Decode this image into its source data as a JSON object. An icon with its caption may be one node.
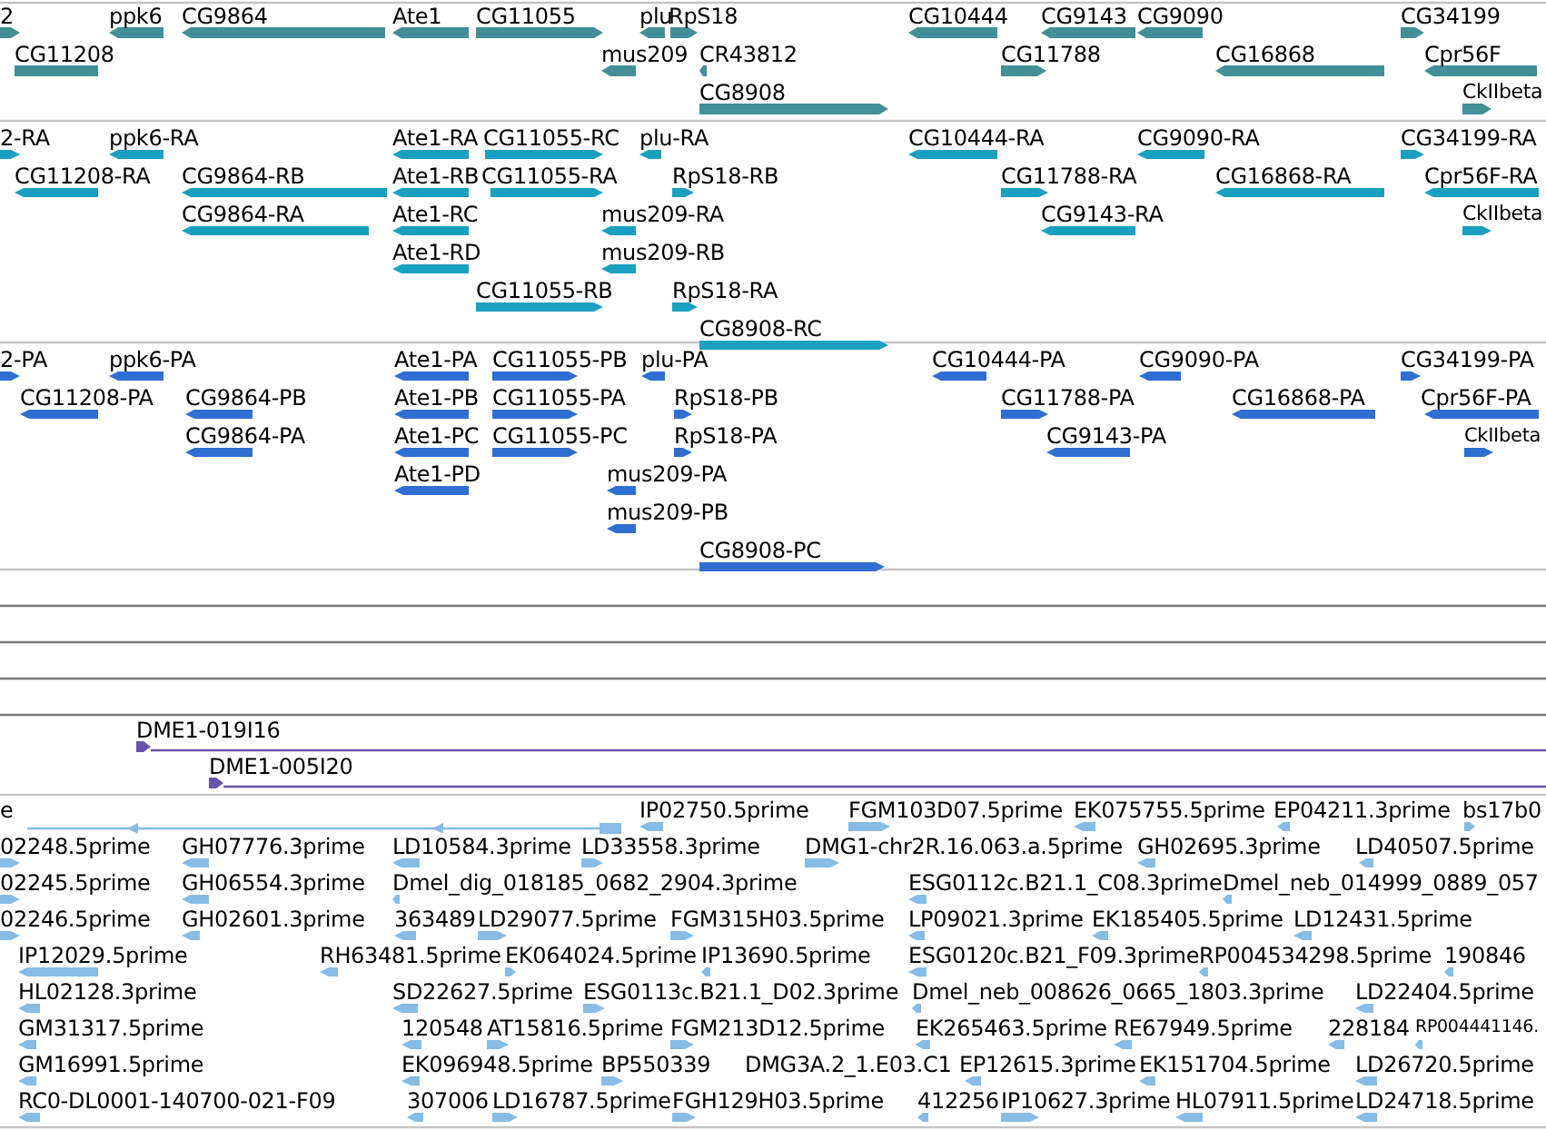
{
  "diagram": {
    "labels": [
      "2",
      "ppk6",
      "CG9864",
      "Ate1",
      "CG11055",
      "plu",
      "RpS18",
      "CG10444",
      "CG9143",
      "CG9090",
      "CG34199",
      "CG11208",
      "mus209",
      "CR43812",
      "CG11788",
      "CG16868",
      "Cpr56F",
      "CG8908",
      "CkIIbeta",
      "2-RA",
      "ppk6-RA",
      "Ate1-RA",
      "CG11055-RC",
      "plu-RA",
      "CG10444-RA",
      "CG9090-RA",
      "CG34199-RA",
      "CG11208-RA",
      "CG9864-RB",
      "Ate1-RB",
      "CG11055-RA",
      "RpS18-RB",
      "CG11788-RA",
      "CG16868-RA",
      "Cpr56F-RA",
      "CG9864-RA",
      "Ate1-RC",
      "mus209-RA",
      "CG9143-RA",
      "CkIIbeta",
      "Ate1-RD",
      "mus209-RB",
      "CG11055-RB",
      "RpS18-RA",
      "CG8908-RC",
      "2-PA",
      "ppk6-PA",
      "Ate1-PA",
      "CG11055-PB",
      "plu-PA",
      "CG10444-PA",
      "CG9090-PA",
      "CG34199-PA",
      "CG11208-PA",
      "CG9864-PB",
      "Ate1-PB",
      "CG11055-PA",
      "RpS18-PB",
      "CG11788-PA",
      "CG16868-PA",
      "Cpr56F-PA",
      "CG9864-PA",
      "Ate1-PC",
      "CG11055-PC",
      "RpS18-PA",
      "CG9143-PA",
      "CkIIbeta",
      "Ate1-PD",
      "mus209-PA",
      "mus209-PB",
      "CG8908-PC",
      "DME1-019I16",
      "DME1-005I20",
      "e",
      "IP02750.5prime",
      "FGM103D07.5prime",
      "EK075755.5prime",
      "EP04211.3prime",
      "bs17b0",
      "02248.5prime",
      "GH07776.3prime",
      "LD10584.3prime",
      "LD33558.3prime",
      "DMG1-chr2R.16.063.a.5prime",
      "GH02695.3prime",
      "LD40507.5prime",
      "02245.5prime",
      "GH06554.3prime",
      "Dmel_dig_018185_0682_2904.3prime",
      "ESG0112c.B21.1_C08.3prime",
      "Dmel_neb_014999_0889_057",
      "02246.5prime",
      "GH02601.3prime",
      "363489",
      "LD29077.5prime",
      "FGM315H03.5prime",
      "LP09021.3prime",
      "EK185405.5prime",
      "LD12431.5prime",
      "IP12029.5prime",
      "RH63481.5prime",
      "EK064024.5prime",
      "IP13690.5prime",
      "ESG0120c.B21_F09.3prime",
      "RP004534298.5prime",
      "190846",
      "HL02128.3prime",
      "SD22627.5prime",
      "ESG0113c.B21.1_D02.3prime",
      "Dmel_neb_008626_0665_1803.3prime",
      "LD22404.5prime",
      "GM31317.5prime",
      "120548",
      "AT15816.5prime",
      "FGM213D12.5prime",
      "EK265463.5prime",
      "RE67949.5prime",
      "228184",
      "RP004441146.",
      "GM16991.5prime",
      "EK096948.5prime",
      "BP550339",
      "DMG3A.2_1.E03.C1",
      "EP12615.3prime",
      "EK151704.5prime",
      "LD26720.5prime",
      "RC0-DL0001-140700-021-F09",
      "307006",
      "LD16787.5prime",
      "FGH129H03.5prime",
      "412256",
      "IP10627.3prime",
      "HL07911.5prime",
      "LD24718.5prime"
    ]
  }
}
